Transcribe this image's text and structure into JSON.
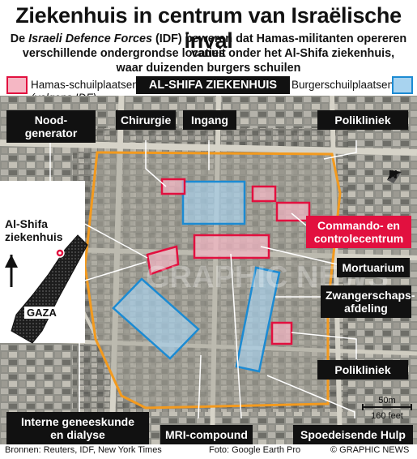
{
  "title": "Ziekenhuis in centrum van Israëlische inval",
  "subtitle": {
    "line1_pre": "De ",
    "line1_italic": "Israeli Defence Forces",
    "line1_post": " (IDF) beweren dat Hamas-militanten opereren vanuit",
    "line2": "verschillende ondergrondse locaties onder het Al-Shifa ziekenhuis,",
    "line3": "waar duizenden burgers schuilen"
  },
  "legend": {
    "hamas_label": "Hamas-schuilplaatsen",
    "hamas_note": "(volgens IDF)",
    "civilian_label": "Burgerschuilplaatsen",
    "hamas_color": "#e2103f",
    "civilian_color": "#1c8bd3"
  },
  "site_label": "AL-SHIFA ZIEKENHUIS",
  "labels": {
    "generator": "Nood-\ngenerator",
    "surgery": "Chirurgie",
    "entrance": "Ingang",
    "polyclinic_top": "Polikliniek",
    "command": "Commando- en\ncontrolecentrum",
    "mortuary": "Mortuarium",
    "maternity": "Zwangerschaps-\nafdeling",
    "polyclinic_bottom": "Polikliniek",
    "internal": "Interne geneeskunde\nen dialyse",
    "mri": "MRI-compound",
    "emergency": "Spoedeisende Hulp"
  },
  "inset": {
    "place": "Al-Shifa\nziekenhuis",
    "region": "GAZA"
  },
  "north": "N",
  "scale": {
    "metric": "50m",
    "imperial": "160 feet"
  },
  "watermark": "GRAPHIC NEWS",
  "footer": {
    "sources": "Bronnen: Reuters, IDF, New York Times",
    "photo": "Foto: Google Earth Pro",
    "credit": "© GRAPHIC NEWS"
  }
}
